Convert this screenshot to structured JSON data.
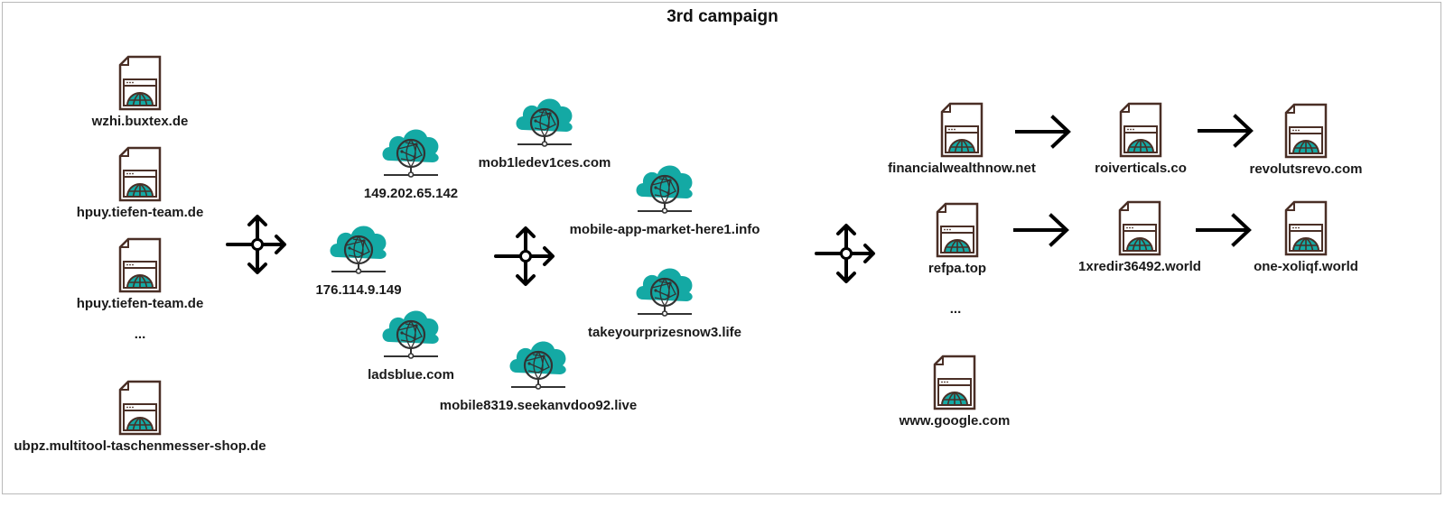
{
  "title": "3rd campaign",
  "colors": {
    "teal": "#14a9a4",
    "brown": "#4a2f26",
    "ink": "#111111",
    "border": "#b9b9b9"
  },
  "icons": {
    "page": "web-page-globe-icon",
    "cloud": "cloud-server-icon",
    "hub": "distribution-hub-icon",
    "arrow": "right-arrow-icon"
  },
  "source_sites": [
    {
      "label": "wzhi.buxtex.de"
    },
    {
      "label": "hpuy.tiefen-team.de"
    },
    {
      "label": "hpuy.tiefen-team.de"
    },
    {
      "label": "ubpz.multitool-taschenmesser-shop.de"
    }
  ],
  "source_ellipsis": "...",
  "tds_servers": [
    {
      "label": "149.202.65.142"
    },
    {
      "label": "176.114.9.149"
    },
    {
      "label": "ladsblue.com"
    }
  ],
  "intermediate_servers": [
    {
      "label": "mob1ledev1ces.com"
    },
    {
      "label": "mobile-app-market-here1.info"
    },
    {
      "label": "takeyourprizesnow3.life"
    },
    {
      "label": "mobile8319.seekanvdoo92.live"
    }
  ],
  "landing_chains": [
    {
      "steps": [
        {
          "label": "financialwealthnow.net"
        },
        {
          "label": "roiverticals.co"
        },
        {
          "label": "revolutsrevo.com"
        }
      ]
    },
    {
      "steps": [
        {
          "label": "refpa.top"
        },
        {
          "label": "1xredir36492.world"
        },
        {
          "label": "one-xoliqf.world"
        }
      ]
    }
  ],
  "landing_ellipsis": "...",
  "landing_fallback": {
    "label": "www.google.com"
  }
}
